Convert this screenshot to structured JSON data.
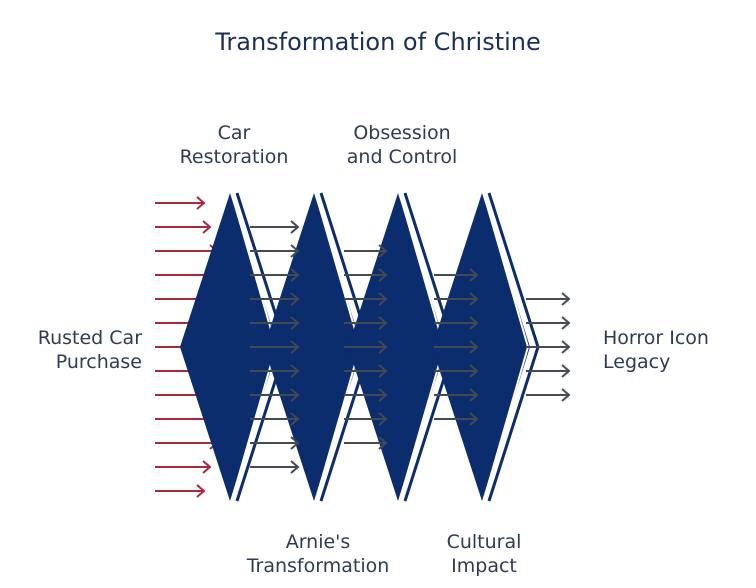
{
  "title": "Transformation of Christine",
  "stages": [
    {
      "id": "input",
      "lines": [
        "Rusted Car",
        "Purchase"
      ]
    },
    {
      "id": "stage1",
      "lines": [
        "Car",
        "Restoration"
      ]
    },
    {
      "id": "stage2",
      "lines": [
        "Arnie's",
        "Transformation"
      ]
    },
    {
      "id": "stage3",
      "lines": [
        "Obsession",
        "and Control"
      ]
    },
    {
      "id": "stage4",
      "lines": [
        "Cultural",
        "Impact"
      ]
    },
    {
      "id": "output",
      "lines": [
        "Horror Icon",
        "Legacy"
      ]
    }
  ],
  "colors": {
    "chevron": "#0b2d6e",
    "input_arrow": "#b0263a",
    "flow_arrow": "#444a52",
    "title": "#1b2f5a",
    "text": "#2f3b55"
  }
}
